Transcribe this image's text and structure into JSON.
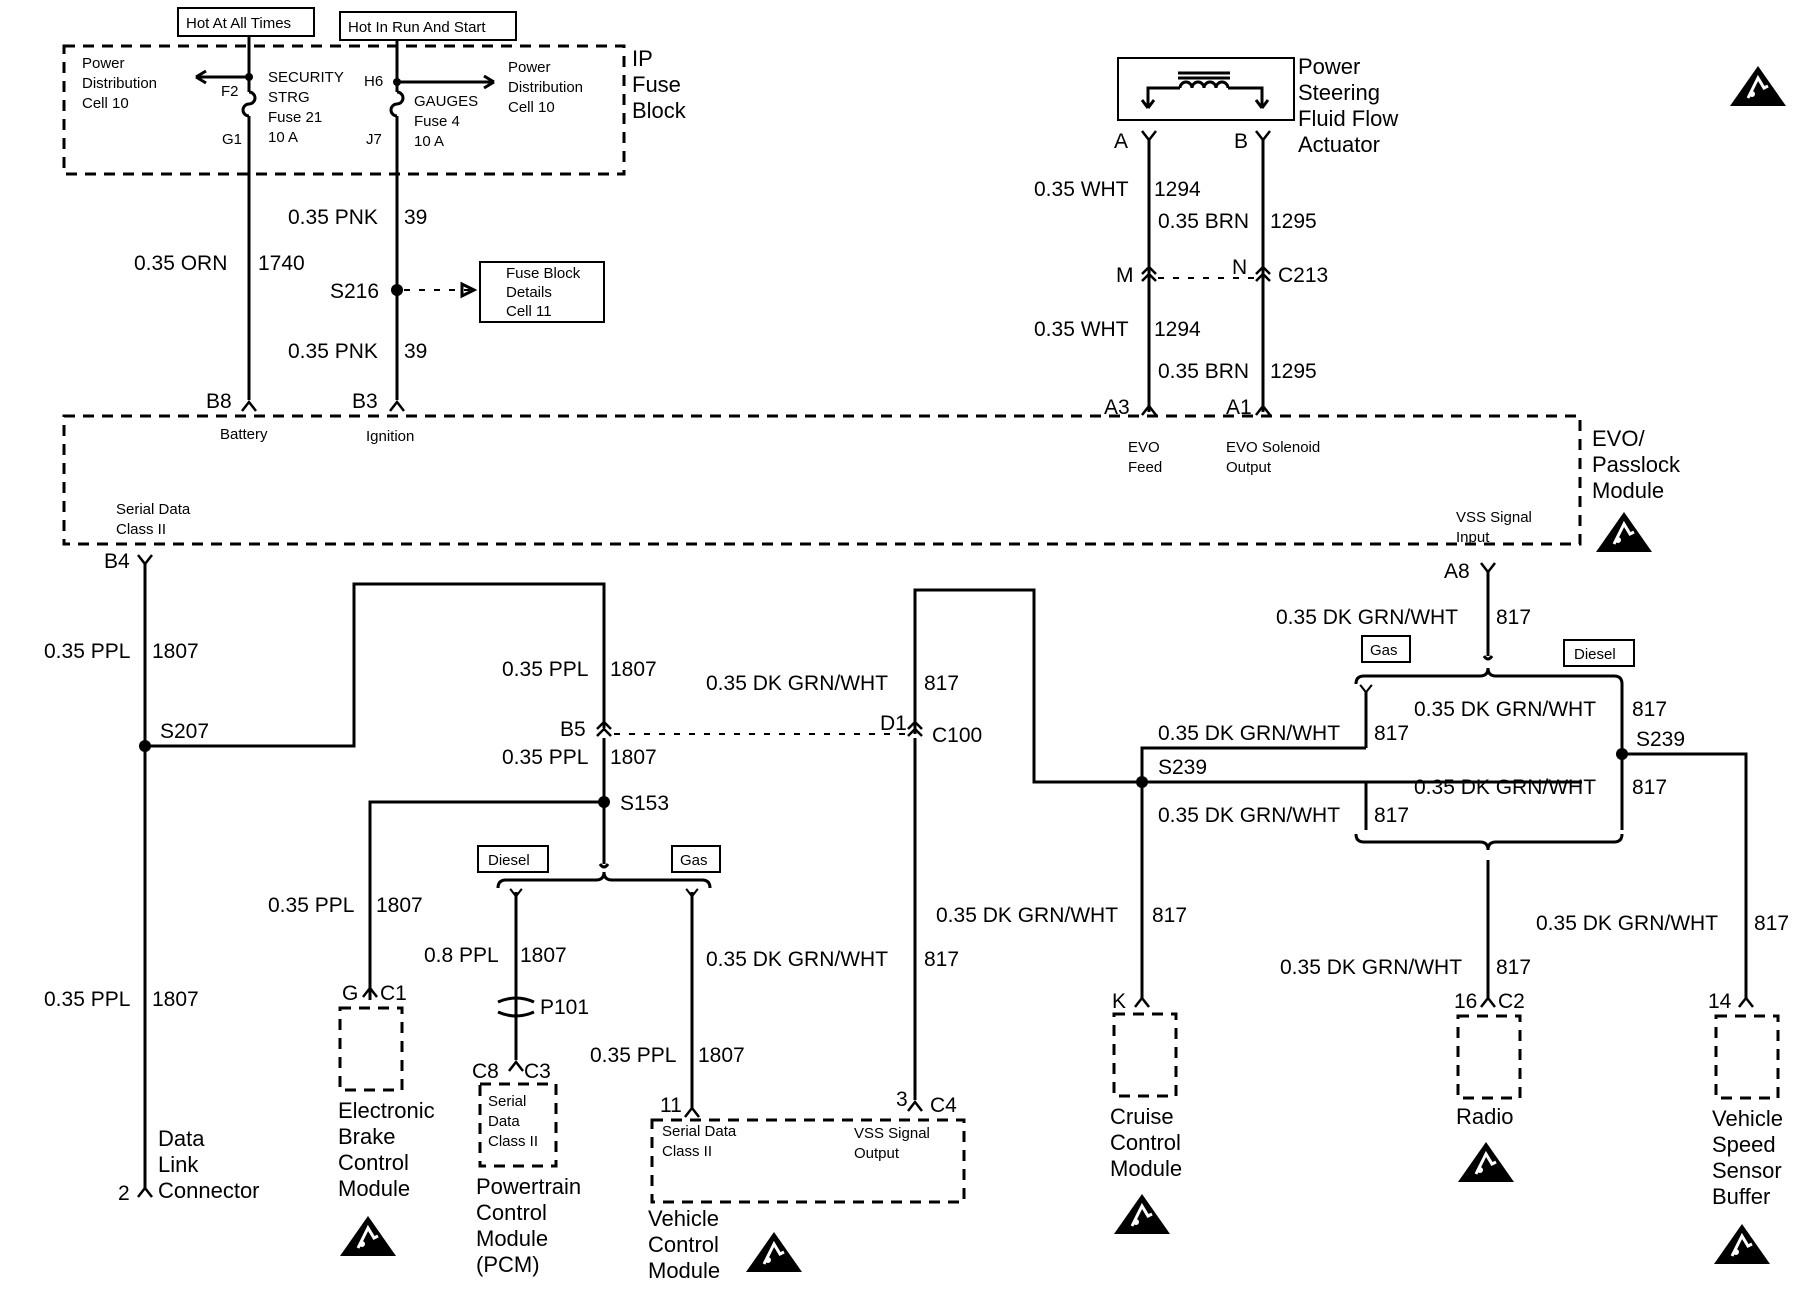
{
  "power": {
    "hot_always": "Hot At All Times",
    "hot_run_start": "Hot In Run And Start",
    "pd_left": [
      "Power",
      "Distribution",
      "Cell 10"
    ],
    "pd_right": [
      "Power",
      "Distribution",
      "Cell 10"
    ],
    "fuse21": {
      "pin_top": "F2",
      "pin_bottom": "G1",
      "lines": [
        "SECURITY",
        "STRG",
        "Fuse 21",
        "10 A"
      ]
    },
    "fuse4": {
      "pin_top": "H6",
      "pin_bottom": "J7",
      "lines": [
        "GAUGES",
        "Fuse 4",
        "10 A"
      ]
    },
    "ip_block": [
      "IP",
      "Fuse",
      "Block"
    ]
  },
  "wires": {
    "orn1740": {
      "gauge": "0.35 ORN",
      "circuit": "1740"
    },
    "pnk39_a": {
      "gauge": "0.35 PNK",
      "circuit": "39"
    },
    "pnk39_b": {
      "gauge": "0.35 PNK",
      "circuit": "39"
    },
    "wht1294_a": {
      "gauge": "0.35 WHT",
      "circuit": "1294"
    },
    "brn1295_a": {
      "gauge": "0.35 BRN",
      "circuit": "1295"
    },
    "wht1294_b": {
      "gauge": "0.35 WHT",
      "circuit": "1294"
    },
    "brn1295_b": {
      "gauge": "0.35 BRN",
      "circuit": "1295"
    },
    "ppl_dlc_a": {
      "gauge": "0.35 PPL",
      "circuit": "1807"
    },
    "ppl_dlc_b": {
      "gauge": "0.35 PPL",
      "circuit": "1807"
    },
    "ppl_mid_a": {
      "gauge": "0.35 PPL",
      "circuit": "1807"
    },
    "ppl_mid_b": {
      "gauge": "0.35 PPL",
      "circuit": "1807"
    },
    "ppl_ebcm": {
      "gauge": "0.35 PPL",
      "circuit": "1807"
    },
    "ppl_pcm": {
      "gauge": "0.8 PPL",
      "circuit": "1807"
    },
    "ppl_vcm": {
      "gauge": "0.35 PPL",
      "circuit": "1807"
    },
    "vss_c100": {
      "gauge": "0.35 DK GRN/WHT",
      "circuit": "817"
    },
    "vss_vcm": {
      "gauge": "0.35 DK GRN/WHT",
      "circuit": "817"
    },
    "vss_a8": {
      "gauge": "0.35 DK GRN/WHT",
      "circuit": "817"
    },
    "vss_gas_top": {
      "gauge": "0.35 DK GRN/WHT",
      "circuit": "817"
    },
    "vss_gas_bot": {
      "gauge": "0.35 DK GRN/WHT",
      "circuit": "817"
    },
    "vss_dsl_top": {
      "gauge": "0.35 DK GRN/WHT",
      "circuit": "817"
    },
    "vss_dsl_bot": {
      "gauge": "0.35 DK GRN/WHT",
      "circuit": "817"
    },
    "vss_cruise": {
      "gauge": "0.35 DK GRN/WHT",
      "circuit": "817"
    },
    "vss_radio": {
      "gauge": "0.35 DK GRN/WHT",
      "circuit": "817"
    },
    "vss_buffer": {
      "gauge": "0.35 DK GRN/WHT",
      "circuit": "817"
    }
  },
  "splices": {
    "s216": "S216",
    "s207": "S207",
    "s153": "S153",
    "s239_a": "S239",
    "s239_b": "S239"
  },
  "fuse_block_details": [
    "Fuse Block",
    "Details",
    "Cell 11"
  ],
  "actuator": {
    "pin_a": "A",
    "pin_b": "B",
    "name": [
      "Power",
      "Steering",
      "Fluid Flow",
      "Actuator"
    ]
  },
  "c213": {
    "pin_m": "M",
    "pin_n": "N",
    "label": "C213"
  },
  "c100": {
    "pin_b5": "B5",
    "pin_d1": "D1",
    "label": "C100"
  },
  "evo": {
    "pin_b8": "B8",
    "battery": "Battery",
    "pin_b3": "B3",
    "ignition": "Ignition",
    "pin_a3": "A3",
    "feed": [
      "EVO",
      "Feed"
    ],
    "pin_a1": "A1",
    "solenoid": [
      "EVO Solenoid",
      "Output"
    ],
    "pin_b4": "B4",
    "serial": [
      "Serial Data",
      "Class II"
    ],
    "pin_a8": "A8",
    "vss_in": [
      "VSS Signal",
      "Input"
    ],
    "name": [
      "EVO/",
      "Passlock",
      "Module"
    ]
  },
  "options": {
    "diesel_left": "Diesel",
    "gas_left": "Gas",
    "gas_right": "Gas",
    "diesel_right": "Diesel"
  },
  "p101": "P101",
  "dlc": {
    "pin": "2",
    "name": [
      "Data",
      "Link",
      "Connector"
    ]
  },
  "ebcm": {
    "pin": "G",
    "conn": "C1",
    "name": [
      "Electronic",
      "Brake",
      "Control",
      "Module"
    ]
  },
  "pcm": {
    "pin": "C8",
    "conn": "C3",
    "inner": [
      "Serial",
      "Data",
      "Class II"
    ],
    "name": [
      "Powertrain",
      "Control",
      "Module",
      "(PCM)"
    ]
  },
  "vcm": {
    "pin_serial": "11",
    "pin_vss": "3",
    "conn": "C4",
    "serial": [
      "Serial Data",
      "Class II"
    ],
    "vss_out": [
      "VSS Signal",
      "Output"
    ],
    "name": [
      "Vehicle",
      "Control",
      "Module"
    ]
  },
  "cruise": {
    "pin": "K",
    "name": [
      "Cruise",
      "Control",
      "Module"
    ]
  },
  "radio": {
    "pin": "16",
    "conn": "C2",
    "name": [
      "Radio"
    ]
  },
  "buffer": {
    "pin": "14",
    "name": [
      "Vehicle",
      "Speed",
      "Sensor",
      "Buffer"
    ]
  },
  "icons": {
    "esd": "esd-warning-icon",
    "splice": "splice-dot-icon",
    "fuse": "fuse-icon",
    "coil": "solenoid-coil-icon"
  }
}
